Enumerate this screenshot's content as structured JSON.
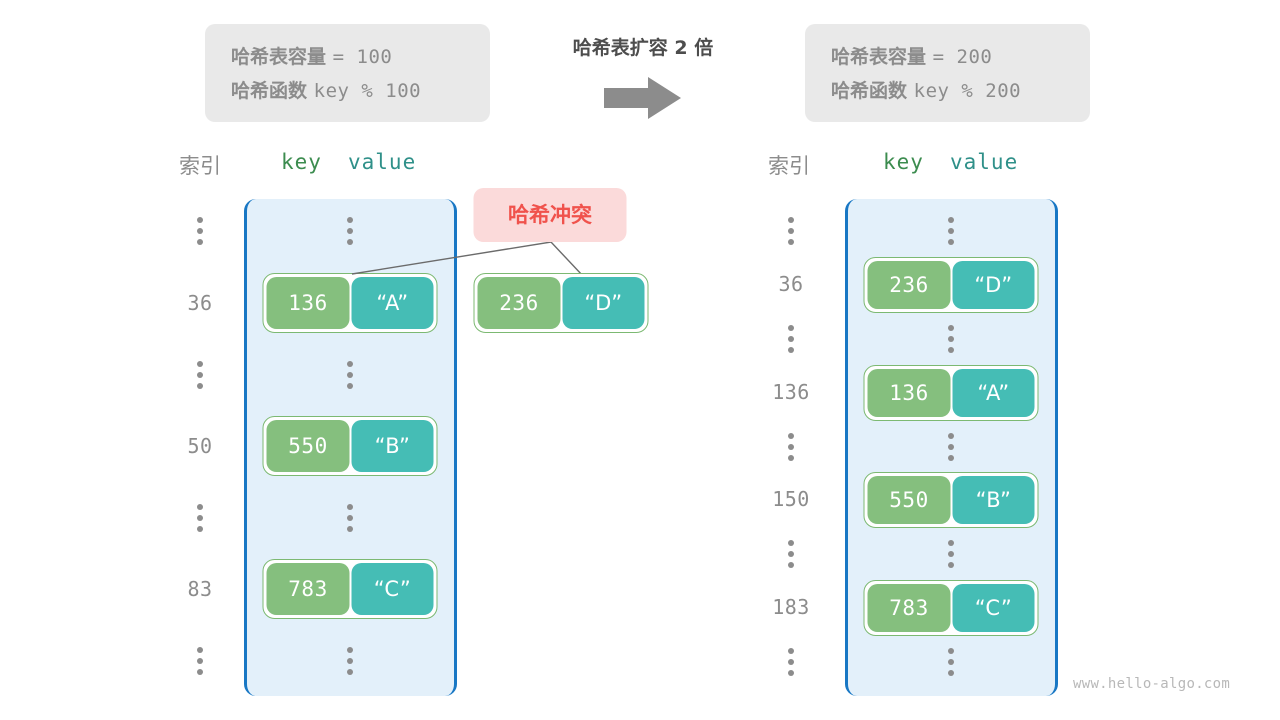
{
  "title": "哈希表扩容 2 倍",
  "arrow_icon": "right-arrow-icon",
  "colors": {
    "key_cell": "#85bf7e",
    "value_cell": "#45bdb5",
    "bucket_fill": "#e3f0fa",
    "bucket_border": "#1877c4",
    "collision_bg": "#fbdada",
    "collision_text": "#f0524c",
    "info_bg": "#e9e9e9",
    "muted_text": "#8c8c8c"
  },
  "before": {
    "info": {
      "capacity_label": "哈希表容量",
      "capacity_eq": "=  100",
      "function_label": "哈希函数",
      "function_expr": "key % 100"
    },
    "headers": {
      "index": "索引",
      "key": "key",
      "value": "value"
    },
    "rows": [
      {
        "type": "dots",
        "index": "",
        "key": "",
        "value": ""
      },
      {
        "type": "entry",
        "index": "36",
        "key": "136",
        "value": "“A”"
      },
      {
        "type": "dots",
        "index": "",
        "key": "",
        "value": ""
      },
      {
        "type": "entry",
        "index": "50",
        "key": "550",
        "value": "“B”"
      },
      {
        "type": "dots",
        "index": "",
        "key": "",
        "value": ""
      },
      {
        "type": "entry",
        "index": "83",
        "key": "783",
        "value": "“C”"
      },
      {
        "type": "dots",
        "index": "",
        "key": "",
        "value": ""
      }
    ],
    "collision": {
      "badge": "哈希冲突",
      "pending_entry": {
        "key": "236",
        "value": "“D”"
      }
    }
  },
  "after": {
    "info": {
      "capacity_label": "哈希表容量",
      "capacity_eq": "=  200",
      "function_label": "哈希函数",
      "function_expr": "key % 200"
    },
    "headers": {
      "index": "索引",
      "key": "key",
      "value": "value"
    },
    "rows": [
      {
        "type": "dots",
        "index": "",
        "key": "",
        "value": ""
      },
      {
        "type": "entry",
        "index": "36",
        "key": "236",
        "value": "“D”"
      },
      {
        "type": "dots",
        "index": "",
        "key": "",
        "value": ""
      },
      {
        "type": "entry",
        "index": "136",
        "key": "136",
        "value": "“A”"
      },
      {
        "type": "dots",
        "index": "",
        "key": "",
        "value": ""
      },
      {
        "type": "entry",
        "index": "150",
        "key": "550",
        "value": "“B”"
      },
      {
        "type": "dots",
        "index": "",
        "key": "",
        "value": ""
      },
      {
        "type": "entry",
        "index": "183",
        "key": "783",
        "value": "“C”"
      },
      {
        "type": "dots",
        "index": "",
        "key": "",
        "value": ""
      }
    ]
  },
  "watermark": "www.hello-algo.com"
}
